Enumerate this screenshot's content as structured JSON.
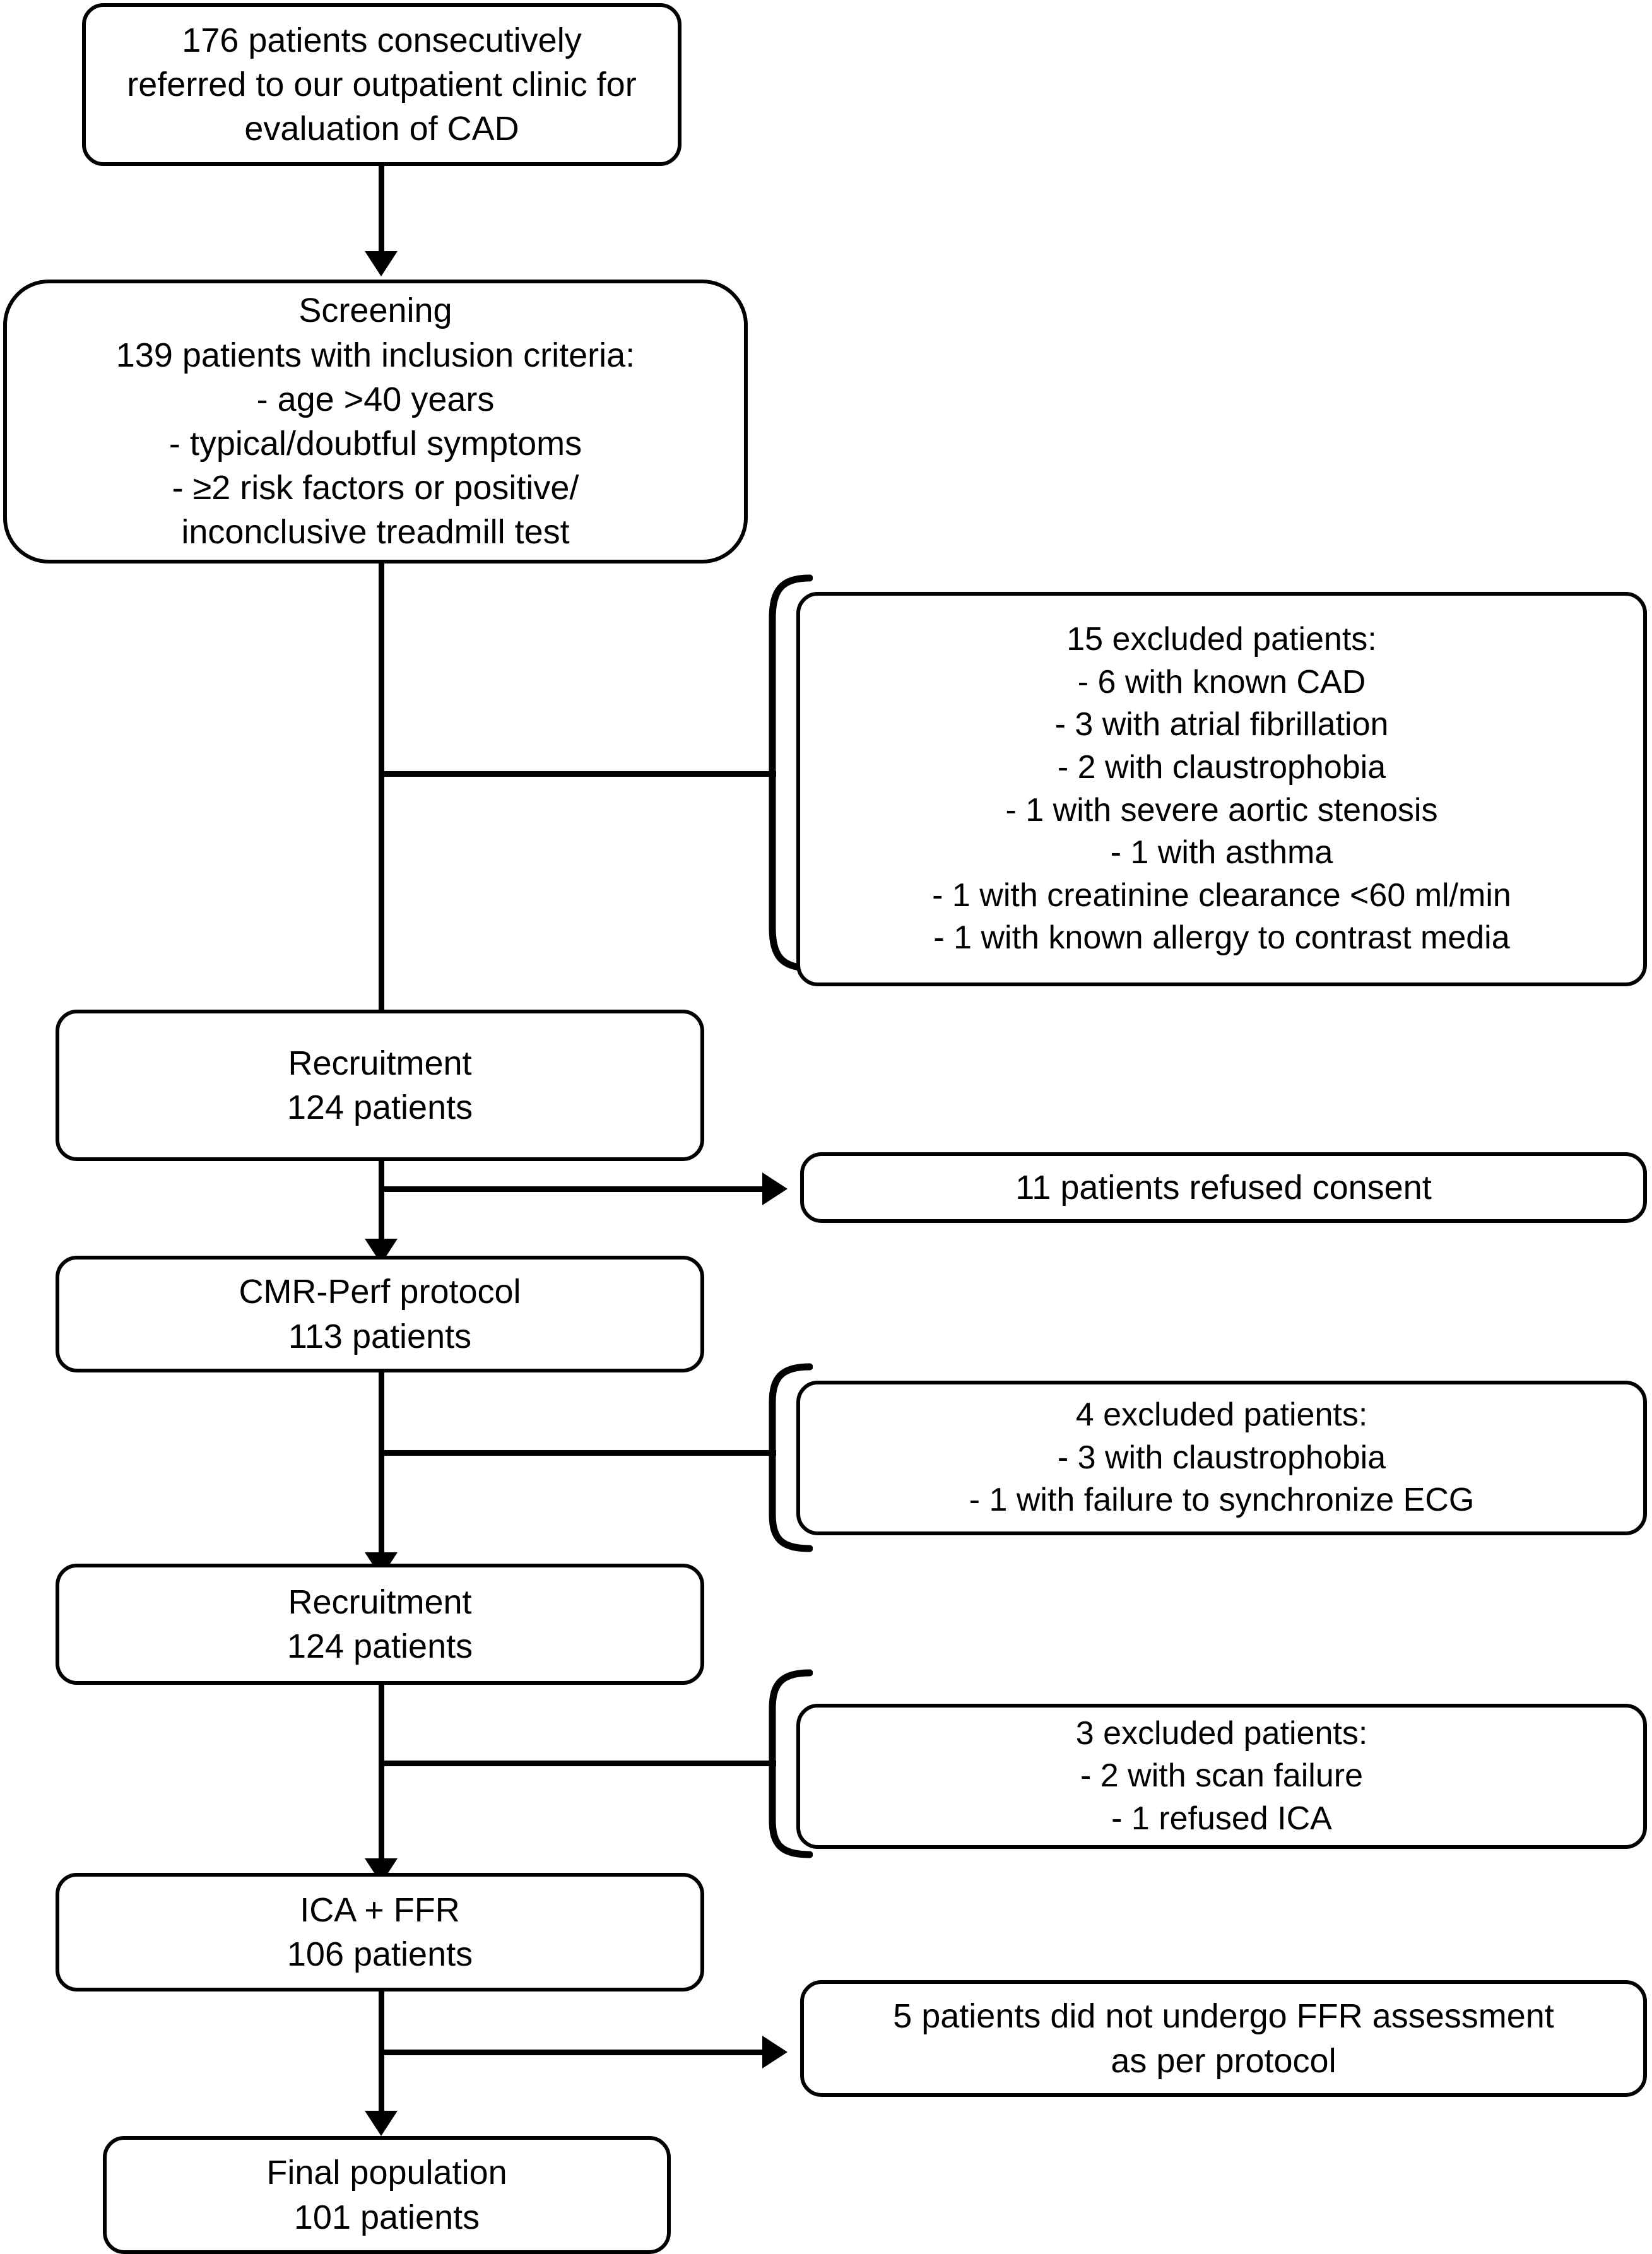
{
  "diagram": {
    "type": "flowchart",
    "title": "Patient enrollment flow chart",
    "orientation": "top-to-bottom",
    "colors": {
      "stroke": "#000000",
      "fill": "#ffffff",
      "text": "#000000"
    }
  },
  "nodes": {
    "referral": {
      "id": "referral",
      "lines": [
        "176 patients consecutively",
        "referred to our outpatient clinic for",
        "evaluation of CAD"
      ]
    },
    "screening": {
      "id": "screening",
      "lines": [
        "Screening",
        "139 patients with inclusion criteria:",
        "- age >40 years",
        "- typical/doubtful symptoms",
        "- ≥2 risk factors or positive/",
        "inconclusive treadmill test"
      ]
    },
    "excluded_15": {
      "id": "excluded_15",
      "lines": [
        "15 excluded patients:",
        "- 6 with known CAD",
        "- 3 with atrial fibrillation",
        "- 2 with claustrophobia",
        "- 1 with severe aortic stenosis",
        "- 1 with asthma",
        "- 1 with creatinine clearance <60 ml/min",
        "- 1 with known allergy to contrast media"
      ]
    },
    "recruitment_1": {
      "id": "recruitment_1",
      "lines": [
        "Recruitment",
        "124 patients"
      ]
    },
    "refused_consent": {
      "id": "refused_consent",
      "lines": [
        "11 patients refused consent"
      ]
    },
    "cmr_perf": {
      "id": "cmr_perf",
      "lines": [
        "CMR-Perf protocol",
        "113 patients"
      ]
    },
    "excluded_4": {
      "id": "excluded_4",
      "lines": [
        "4 excluded patients:",
        "- 3 with claustrophobia",
        "- 1 with failure to synchronize ECG"
      ]
    },
    "recruitment_2": {
      "id": "recruitment_2",
      "lines": [
        "Recruitment",
        "124 patients"
      ]
    },
    "excluded_3": {
      "id": "excluded_3",
      "lines": [
        "3 excluded patients:",
        "- 2 with scan failure",
        "- 1 refused ICA"
      ]
    },
    "ica_ffr": {
      "id": "ica_ffr",
      "lines": [
        "ICA + FFR",
        "106 patients"
      ]
    },
    "no_ffr": {
      "id": "no_ffr",
      "lines": [
        "5 patients did not undergo FFR assessment",
        "as per protocol"
      ]
    },
    "final_population": {
      "id": "final_population",
      "lines": [
        "Final population",
        "101 patients"
      ]
    }
  },
  "counts": {
    "referred": 176,
    "screened": 139,
    "excluded_screening": 15,
    "recruited_1": 124,
    "refused_consent": 11,
    "cmr_perf": 113,
    "excluded_cmr": 4,
    "recruited_2": 124,
    "excluded_ica": 3,
    "ica_ffr": 106,
    "no_ffr": 5,
    "final": 101
  }
}
